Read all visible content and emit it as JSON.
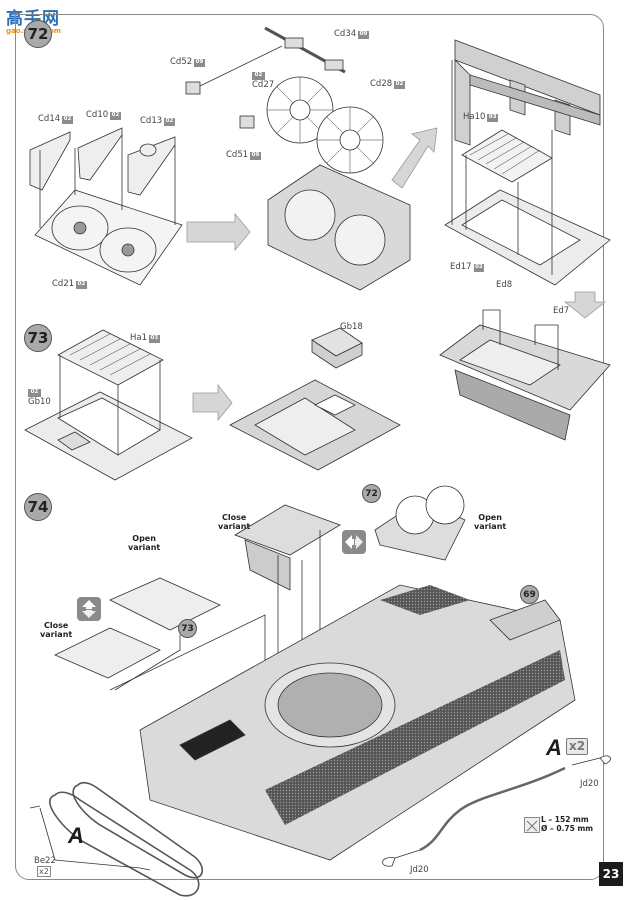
{
  "watermark": {
    "site_name": "高手网",
    "site_url": "gao.shou.com"
  },
  "page_number": "23",
  "steps": [
    {
      "number": "72",
      "parts": [
        {
          "id": "Cd52",
          "sprue": "09"
        },
        {
          "id": "Cd34",
          "sprue": "09"
        },
        {
          "id": "Cd27",
          "sprue": "02"
        },
        {
          "id": "Cd28",
          "sprue": "02"
        },
        {
          "id": "Cd51",
          "sprue": "09"
        },
        {
          "id": "Cd14",
          "sprue": "02"
        },
        {
          "id": "Cd10",
          "sprue": "02"
        },
        {
          "id": "Cd13",
          "sprue": "02"
        },
        {
          "id": "Cd21",
          "sprue": "02"
        },
        {
          "id": "Ha10",
          "sprue": "03"
        },
        {
          "id": "Ed17",
          "sprue": "02"
        },
        {
          "id": "Ed8",
          "sprue": ""
        },
        {
          "id": "Ed7",
          "sprue": ""
        }
      ]
    },
    {
      "number": "73",
      "parts": [
        {
          "id": "Ha1",
          "sprue": "03"
        },
        {
          "id": "Gb10",
          "sprue": "02"
        },
        {
          "id": "Gb18",
          "sprue": ""
        }
      ]
    },
    {
      "number": "74",
      "variants": {
        "open_top": "Open\nvariant",
        "close_left": "Close\nvariant",
        "close_top": "Close\nvariant",
        "open_right": "Open\nvariant"
      },
      "refs": [
        "72",
        "73",
        "69"
      ],
      "parts": [
        {
          "id": "Be22",
          "qty": "x2"
        },
        {
          "id": "Jd20"
        },
        {
          "id": "Jd20"
        }
      ],
      "callout_letter": "A",
      "callout_qty": "x2",
      "cable_spec": {
        "length": "L – 152 mm",
        "diameter": "Ø – 0.75 mm"
      }
    }
  ]
}
